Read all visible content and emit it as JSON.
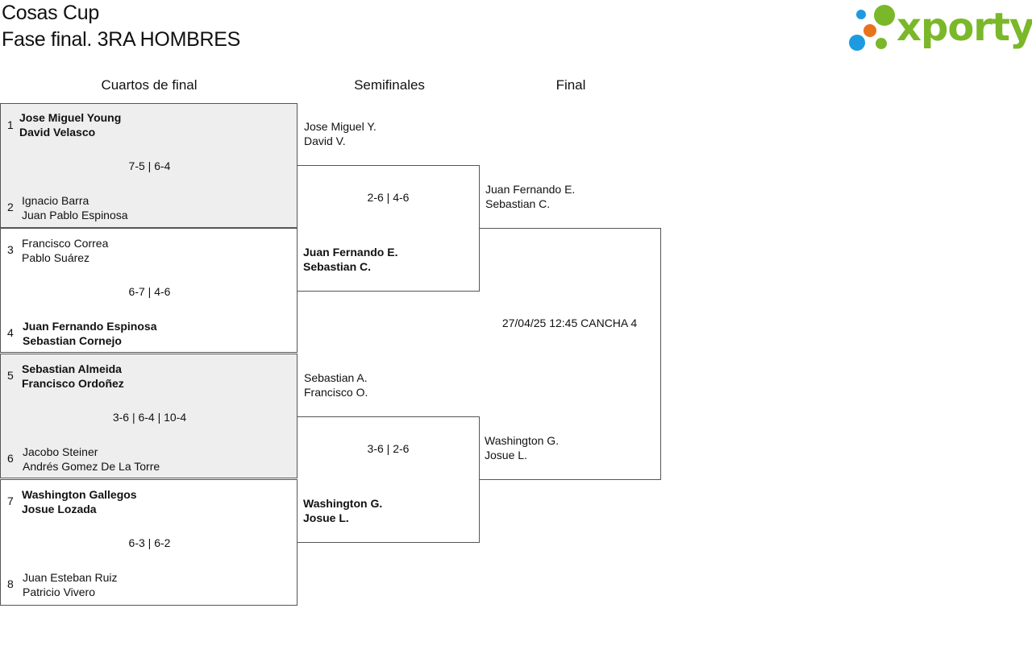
{
  "header": {
    "title": "Cosas Cup",
    "subtitle": "Fase final. 3RA HOMBRES",
    "logo_text": "xporty"
  },
  "colors": {
    "brand_green": "#7ab829",
    "dot_blue": "#1e9be0",
    "dot_orange": "#e8731d"
  },
  "rounds": [
    "Cuartos de final",
    "Semifinales",
    "Final"
  ],
  "quarterfinals": [
    {
      "top": {
        "seed": "1",
        "p1": "Jose Miguel Young",
        "p2": "David Velasco"
      },
      "score": "7-5 | 6-4",
      "bottom": {
        "seed": "2",
        "p1": "Ignacio Barra",
        "p2": "Juan Pablo Espinosa"
      }
    },
    {
      "top": {
        "seed": "3",
        "p1": "Francisco Correa",
        "p2": "Pablo Suárez"
      },
      "score": "6-7 | 4-6",
      "bottom": {
        "seed": "4",
        "p1": "Juan Fernando Espinosa",
        "p2": "Sebastian Cornejo"
      }
    },
    {
      "top": {
        "seed": "5",
        "p1": "Sebastian Almeida",
        "p2": "Francisco Ordoñez"
      },
      "score": "3-6 | 6-4 | 10-4",
      "bottom": {
        "seed": "6",
        "p1": "Jacobo Steiner",
        "p2": "Andrés Gomez De La Torre"
      }
    },
    {
      "top": {
        "seed": "7",
        "p1": "Washington Gallegos",
        "p2": "Josue Lozada"
      },
      "score": "6-3 | 6-2",
      "bottom": {
        "seed": "8",
        "p1": "Juan Esteban Ruiz",
        "p2": "Patricio Vivero"
      }
    }
  ],
  "semifinals": [
    {
      "top": {
        "p1": "Jose Miguel Y.",
        "p2": "David V."
      },
      "score": "2-6 | 4-6",
      "bottom": {
        "p1": "Juan Fernando E.",
        "p2": "Sebastian C."
      }
    },
    {
      "top": {
        "p1": "Sebastian A.",
        "p2": "Francisco O."
      },
      "score": "3-6 | 2-6",
      "bottom": {
        "p1": "Washington G.",
        "p2": "Josue L."
      }
    }
  ],
  "final": {
    "top": {
      "p1": "Juan Fernando E.",
      "p2": "Sebastian C."
    },
    "schedule": "27/04/25 12:45 CANCHA 4",
    "bottom": {
      "p1": "Washington G.",
      "p2": "Josue L."
    }
  }
}
